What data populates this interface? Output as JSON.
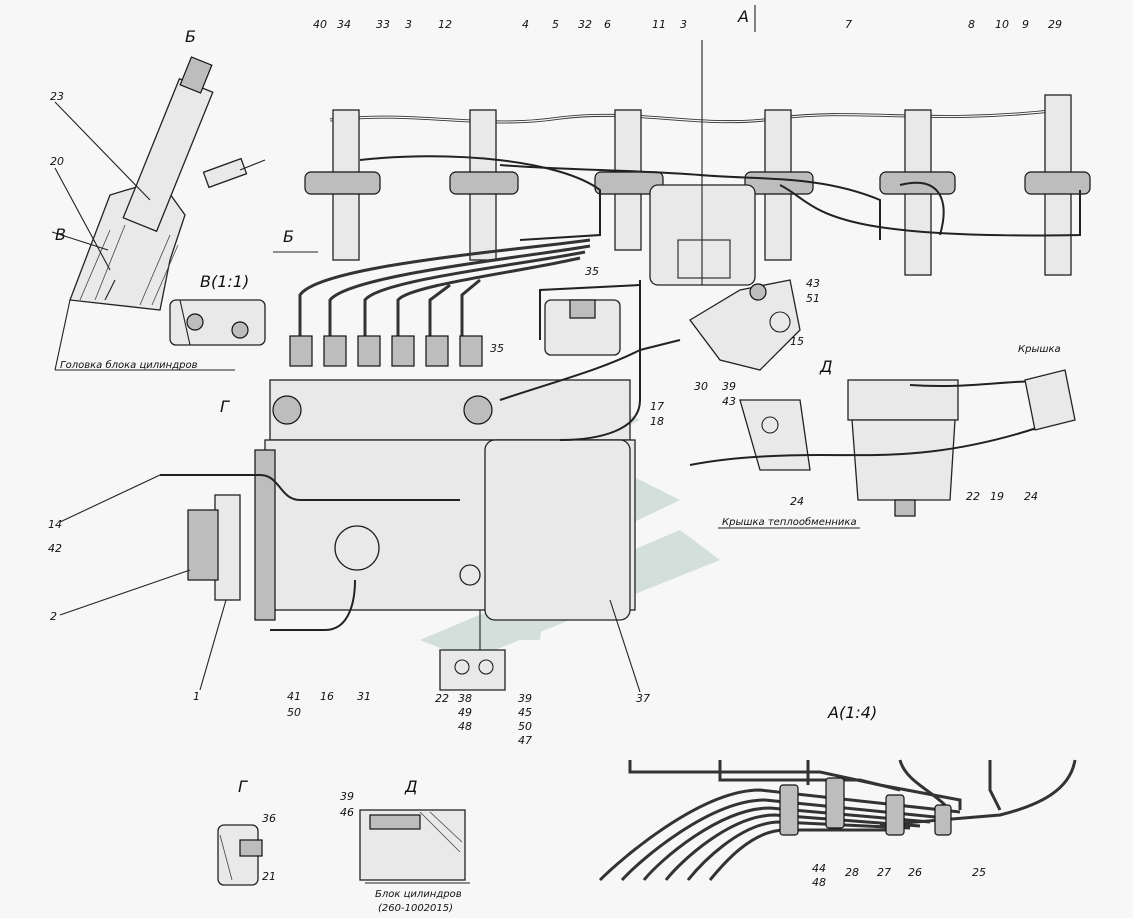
{
  "views": {
    "A": "А",
    "A_scale": "А(1:4)",
    "B": "Б",
    "V": "В",
    "V_scale": "В(1:1)",
    "G": "Г",
    "D": "Д"
  },
  "notes": {
    "cylinder_head": "Головка блока цилиндров",
    "heat_exchanger_cover": "Крышка теплообменника",
    "cover": "Крышка",
    "cylinder_block": "Блок цилиндров",
    "cylinder_block_code": "(260-1002015)"
  },
  "callouts": {
    "c40": "40",
    "c34": "34",
    "c33": "33",
    "c3a": "3",
    "c12": "12",
    "c4": "4",
    "c5": "5",
    "c32": "32",
    "c6": "6",
    "c11": "11",
    "c3b": "3",
    "c7": "7",
    "c8": "8",
    "c10": "10",
    "c9": "9",
    "c29": "29",
    "c23": "23",
    "c20": "20",
    "c35a": "35",
    "c35b": "35",
    "c43a": "43",
    "c51": "51",
    "c15": "15",
    "c30": "30",
    "c39a": "39",
    "c43b": "43",
    "c17": "17",
    "c18": "18",
    "c14": "14",
    "c42": "42",
    "c2": "2",
    "c1": "1",
    "c41": "41",
    "c50a": "50",
    "c16": "16",
    "c31": "31",
    "c22a": "22",
    "c38": "38",
    "c49": "49",
    "c48a": "48",
    "c39b": "39",
    "c45": "45",
    "c50b": "50",
    "c47": "47",
    "c37": "37",
    "c24a": "24",
    "c22b": "22",
    "c19": "19",
    "c24b": "24",
    "c36": "36",
    "c21": "21",
    "c39c": "39",
    "c46": "46",
    "c44": "44",
    "c48b": "48",
    "c28": "28",
    "c27": "27",
    "c26": "26",
    "c25": "25"
  }
}
